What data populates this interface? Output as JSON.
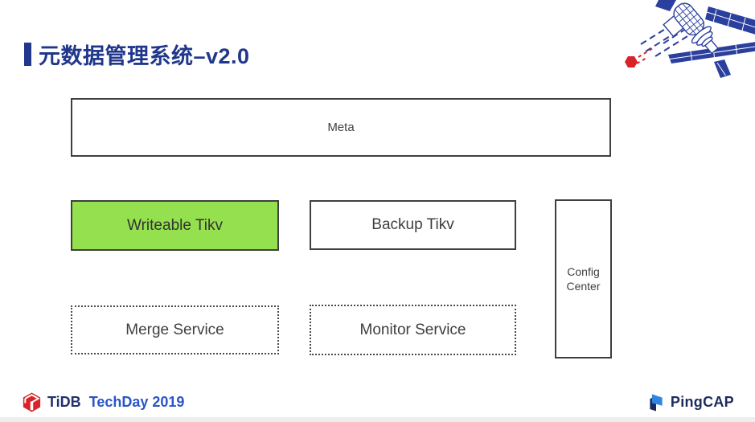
{
  "slide": {
    "title": "元数据管理系统–v2.0",
    "accent_color": "#20378c"
  },
  "diagram": {
    "meta_label": "Meta",
    "writeable_tikv_label": "Writeable Tikv",
    "backup_tikv_label": "Backup Tikv",
    "config_center_line1": "Config",
    "config_center_line2": "Center",
    "merge_service_label": "Merge Service",
    "monitor_service_label": "Monitor Service",
    "highlight_color": "#94e04e",
    "border_color": "#3f3f3f"
  },
  "footer": {
    "left_brand": "TiDB",
    "left_event": "TechDay 2019",
    "right_brand": "PingCAP"
  },
  "icons": {
    "tidb_logo": "tidb-cube-icon",
    "pingcap_logo": "pingcap-mark-icon",
    "satellite": "satellite-illustration-icon",
    "tidb_red": "#d8232a",
    "tidb_navy": "#23306e",
    "techday_blue": "#2b55c8",
    "pingcap_navy": "#1c2b5e",
    "pingcap_bright_blue": "#2f86e0",
    "satellite_blue": "#2b3f9e",
    "satellite_dot_red": "#d8232a"
  }
}
